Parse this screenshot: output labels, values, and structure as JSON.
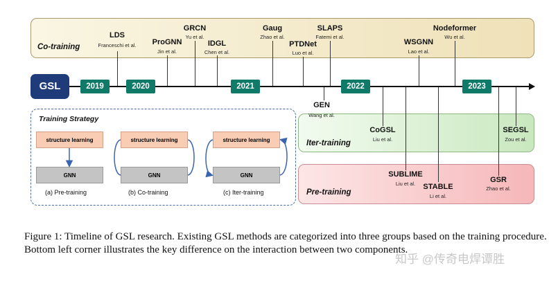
{
  "bands": {
    "co_training": "Co-training",
    "iter_training": "Iter-training",
    "pre_training": "Pre-training"
  },
  "gsl_label": "GSL",
  "years": [
    "2019",
    "2020",
    "2021",
    "2022",
    "2023"
  ],
  "methods": {
    "lds": {
      "name": "LDS",
      "authors": "Franceschi et al."
    },
    "prognn": {
      "name": "ProGNN",
      "authors": "Jin et al."
    },
    "grcn": {
      "name": "GRCN",
      "authors": "Yu et al."
    },
    "idgl": {
      "name": "IDGL",
      "authors": "Chen et al."
    },
    "gaug": {
      "name": "Gaug",
      "authors": "Zhao et al."
    },
    "ptdnet": {
      "name": "PTDNet",
      "authors": "Luo et al."
    },
    "slaps": {
      "name": "SLAPS",
      "authors": "Fatemi et al."
    },
    "wsgnn": {
      "name": "WSGNN",
      "authors": "Lao et al."
    },
    "nodeformer": {
      "name": "Nodeformer",
      "authors": "Wu et al."
    },
    "gen": {
      "name": "GEN",
      "authors": "Wang et al."
    },
    "cogsl": {
      "name": "CoGSL",
      "authors": "Liu et al."
    },
    "segsl": {
      "name": "SEGSL",
      "authors": "Zou et al."
    },
    "sublime": {
      "name": "SUBLIME",
      "authors": "Liu et al."
    },
    "stable": {
      "name": "STABLE",
      "authors": "Li et al."
    },
    "gsr": {
      "name": "GSR",
      "authors": "Zhao et al."
    }
  },
  "strategy": {
    "title": "Training Strategy",
    "structure_learning": "structure learning",
    "gnn": "GNN",
    "pre": "(a) Pre-training",
    "co": "(b) Co-training",
    "iter": "(c) Iter-training"
  },
  "caption": "Figure 1: Timeline of GSL research. Existing GSL methods are categorized into three groups based on the training procedure. Bottom left corner illustrates the key difference on the interaction between two components.",
  "watermark": "知乎 @传奇电焊谭胜"
}
